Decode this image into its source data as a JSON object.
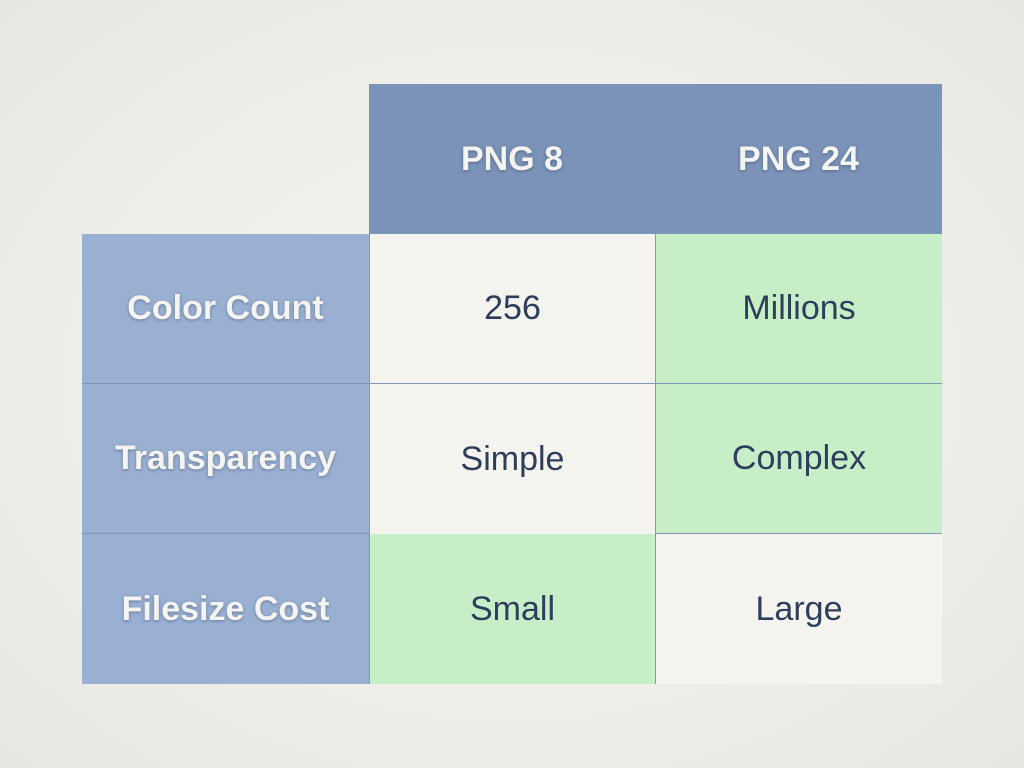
{
  "table": {
    "columns": [
      "PNG 8",
      "PNG 24"
    ],
    "rows": [
      {
        "label": "Color Count",
        "values": [
          "256",
          "Millions"
        ],
        "highlight": [
          false,
          true
        ]
      },
      {
        "label": "Transparency",
        "values": [
          "Simple",
          "Complex"
        ],
        "highlight": [
          false,
          true
        ]
      },
      {
        "label": "Filesize Cost",
        "values": [
          "Small",
          "Large"
        ],
        "highlight": [
          true,
          false
        ]
      }
    ]
  },
  "colors": {
    "column_header": "#7b93b8",
    "row_header": "#9ab0d3",
    "highlight": "#c8eec8",
    "plain": "#f5f3ee",
    "text": "#2c3e5c"
  }
}
